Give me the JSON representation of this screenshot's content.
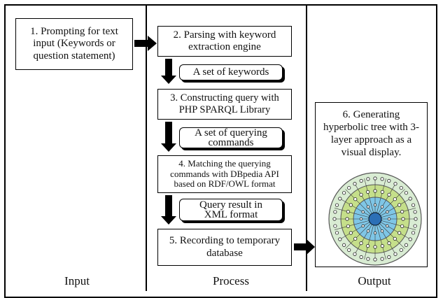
{
  "columns": {
    "input": "Input",
    "process": "Process",
    "output": "Output"
  },
  "steps": {
    "s1": "1. Prompting for text input (Keywords or question statement)",
    "s2": "2. Parsing with keyword extraction engine",
    "s3": "3. Constructing query with PHP SPARQL Library",
    "s4": "4. Matching the querying commands with DBpedia API based on RDF/OWL format",
    "s5": "5. Recording to temporary database",
    "s6": "6. Generating hyperbolic tree with 3-layer approach as a visual display."
  },
  "outputs": {
    "o1": "A set of keywords",
    "o2": "A set of querying commands",
    "o3": "Query result in XML format"
  },
  "colors": {
    "outer_ring": "#d9ecd3",
    "mid_ring": "#c5df8a",
    "inner_ring": "#7fc6e6",
    "core": "#2c6fb6"
  },
  "icons": {
    "tree": "hyperbolic-tree-icon"
  }
}
